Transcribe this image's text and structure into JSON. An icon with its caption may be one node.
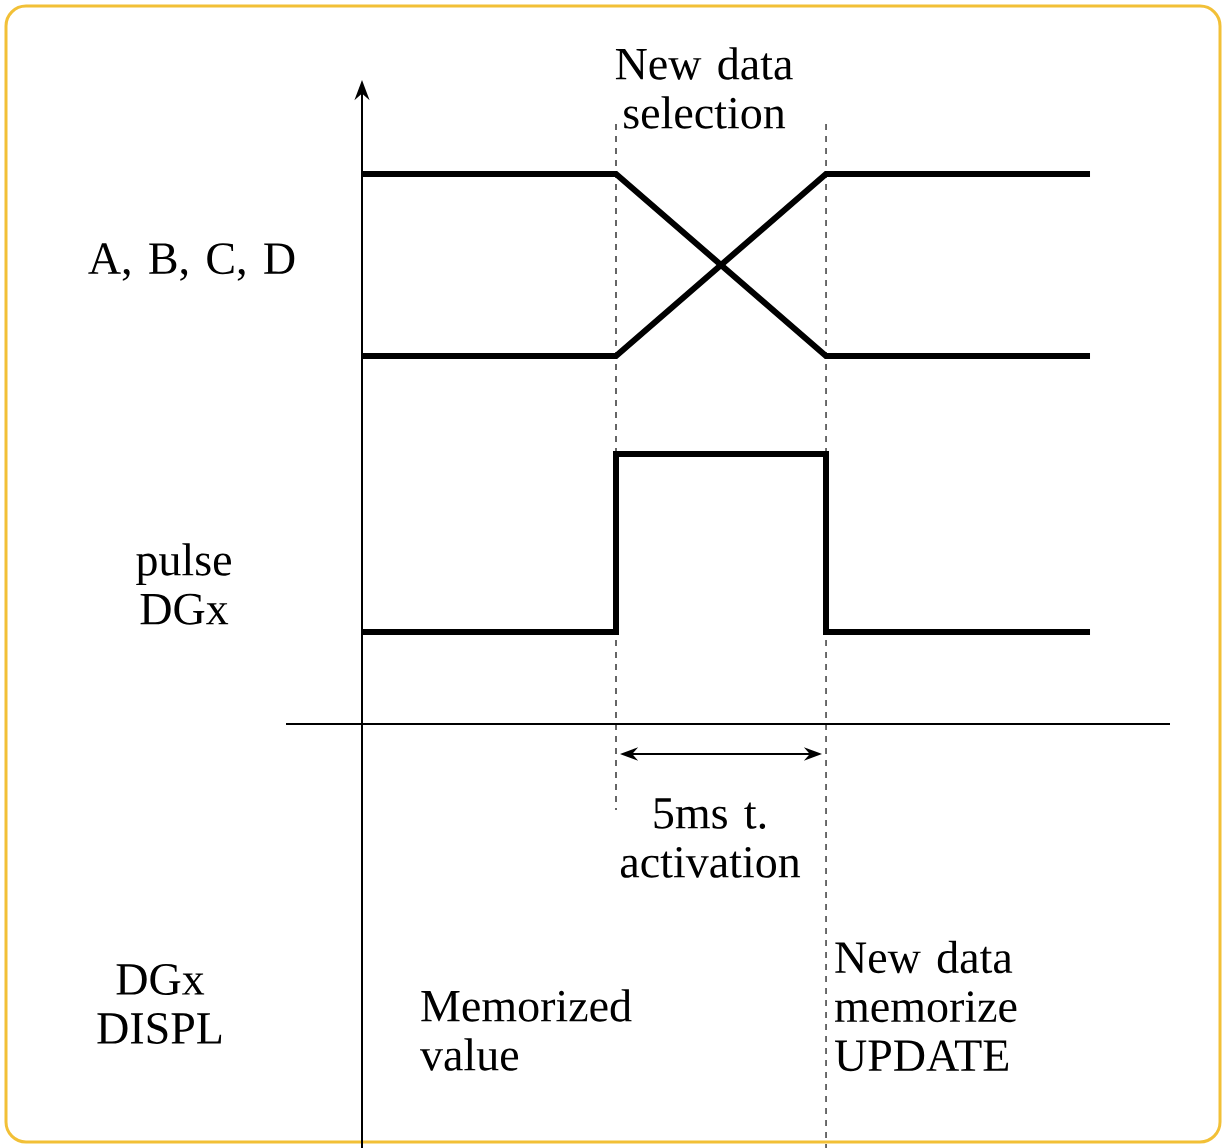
{
  "diagram": {
    "labels": [
      "New data selection",
      "A, B, C, D",
      "pulse DGx",
      "5ms t. activation",
      "DGx DISPL",
      "Memorized value",
      "New data memorize UPDATE"
    ]
  }
}
